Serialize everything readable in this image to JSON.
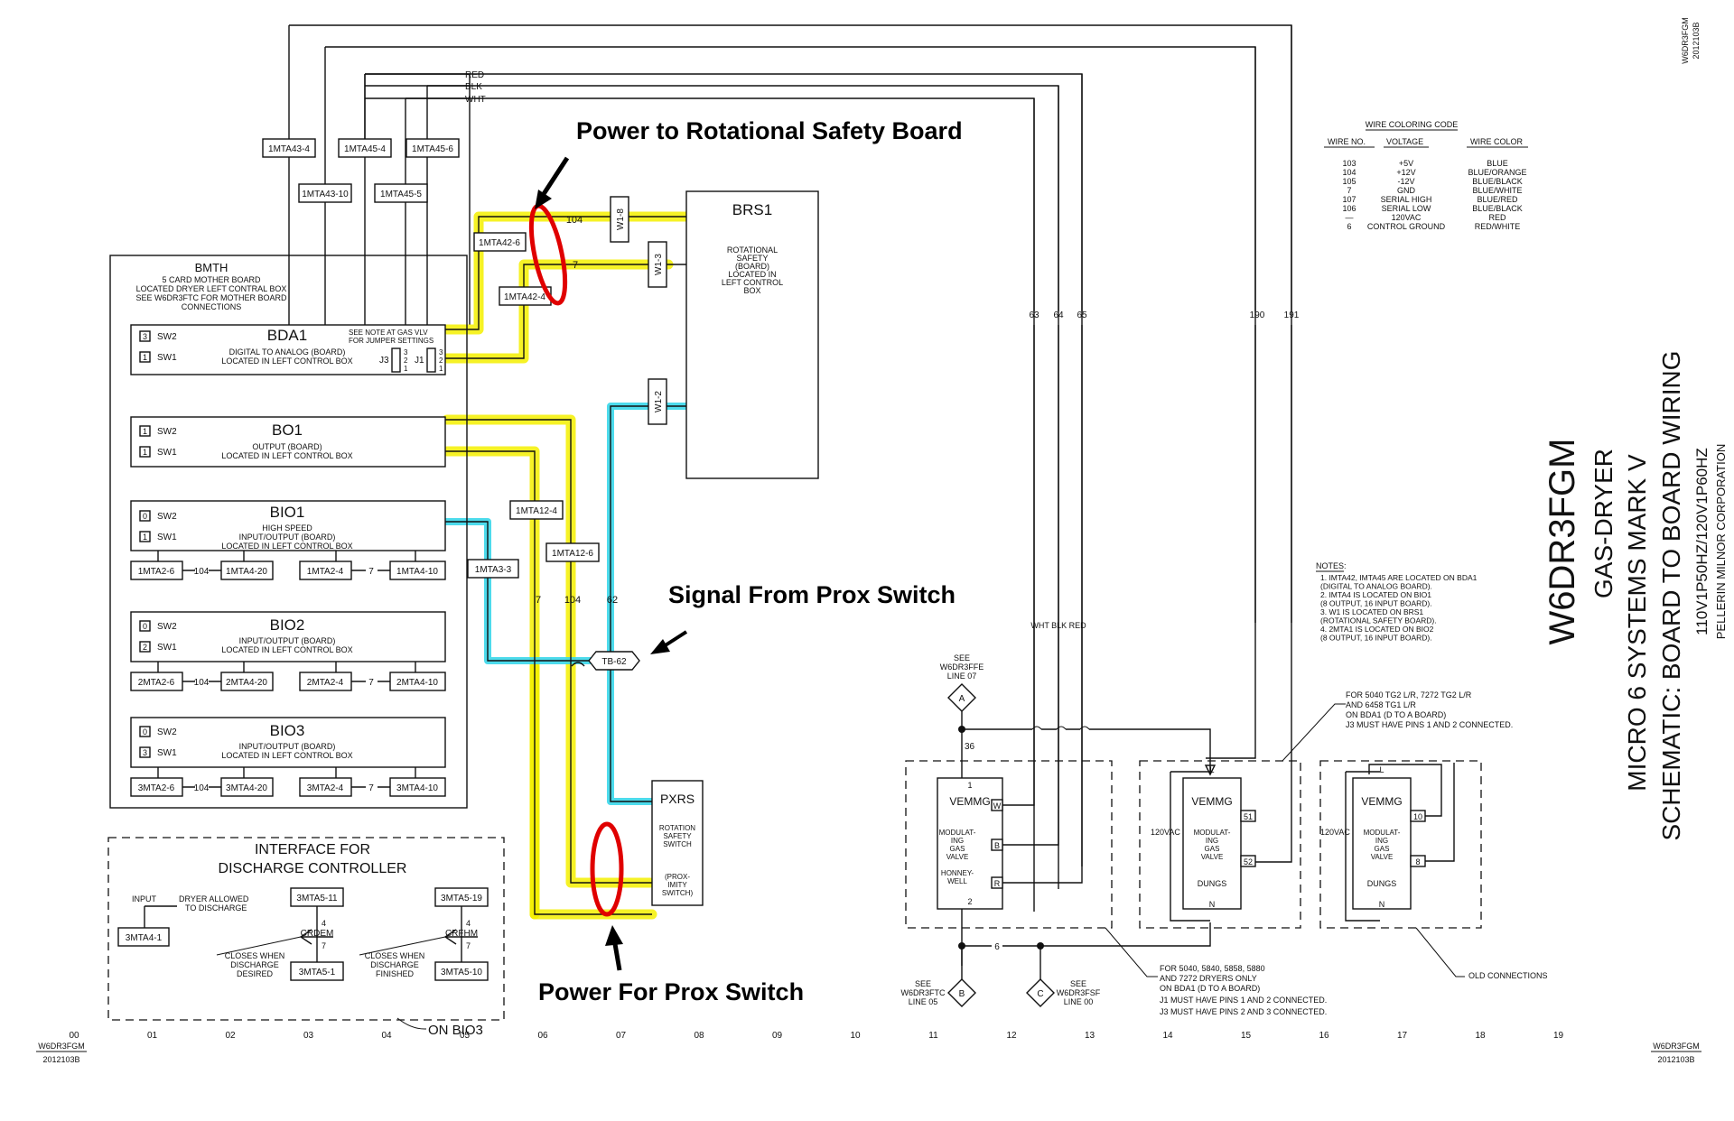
{
  "sheet": {
    "drawing_no": "W6DR3FGM",
    "rev": "2012103B",
    "title_model": "W6DR3FGM",
    "title_line1": "GAS-DRYER",
    "title_line2": "MICRO 6 SYSTEMS MARK V",
    "title_line3": "SCHEMATIC: BOARD TO BOARD WIRING",
    "title_line4": "110V1P50HZ/120V1P60HZ",
    "title_line5": "PELLERIN MILNOR CORPORATION",
    "columns": [
      "00",
      "01",
      "02",
      "03",
      "04",
      "05",
      "06",
      "07",
      "08",
      "09",
      "10",
      "11",
      "12",
      "13",
      "14",
      "15",
      "16",
      "17",
      "18",
      "19"
    ]
  },
  "annotations": {
    "power_rsb": "Power to Rotational Safety Board",
    "signal_prox": "Signal From Prox Switch",
    "power_prox": "Power For Prox Switch"
  },
  "wires": {
    "red": "RED",
    "blk": "BLK",
    "wht": "WHT",
    "w104": "104",
    "w7": "7",
    "w62": "62",
    "w63": "63",
    "w64": "64",
    "w65": "65",
    "w190": "190",
    "w191": "191",
    "w6": "6",
    "w36": "36",
    "wht_blk_red": "WHT BLK RED"
  },
  "connectors": {
    "c1mta43_4": "1MTA43-4",
    "c1mta43_10": "1MTA43-10",
    "c1mta45_4": "1MTA45-4",
    "c1mta45_5": "1MTA45-5",
    "c1mta45_6": "1MTA45-6",
    "c1mta42_6": "1MTA42-6",
    "c1mta42_4": "1MTA42-4",
    "c1mta12_4": "1MTA12-4",
    "c1mta12_6": "1MTA12-6",
    "c1mta3_3": "1MTA3-3",
    "tb62": "TB-62",
    "w1_8": "W1-8",
    "w1_3": "W1-3",
    "w1_2": "W1-2"
  },
  "bmth": {
    "title": "BMTH",
    "desc1": "5 CARD MOTHER BOARD",
    "desc2": "LOCATED DRYER LEFT CONTRAL BOX",
    "desc3": "SEE W6DR3FTC FOR MOTHER BOARD",
    "desc4": "CONNECTIONS"
  },
  "bda1": {
    "sw2": "SW2",
    "sw1": "SW1",
    "sw2v": "3",
    "sw1v": "1",
    "title": "BDA1",
    "desc1": "DIGITAL TO ANALOG (BOARD)",
    "desc2": "LOCATED IN LEFT CONTROL BOX",
    "note1": "SEE NOTE AT GAS VLV",
    "note2": "FOR JUMPER SETTINGS",
    "j3": "J3",
    "j1": "J1",
    "pins": [
      "3",
      "2",
      "1"
    ]
  },
  "bo1": {
    "sw2": "SW2",
    "sw1": "SW1",
    "sw2v": "1",
    "sw1v": "1",
    "title": "BO1",
    "desc1": "OUTPUT (BOARD)",
    "desc2": "LOCATED IN LEFT CONTROL BOX"
  },
  "bio1": {
    "sw2": "SW2",
    "sw1": "SW1",
    "sw2v": "0",
    "sw1v": "1",
    "title": "BIO1",
    "desc0": "HIGH SPEED",
    "desc1": "INPUT/OUTPUT (BOARD)",
    "desc2": "LOCATED IN LEFT CONTROL BOX",
    "row": [
      "1MTA2-6",
      "104",
      "1MTA4-20",
      "1MTA2-4",
      "7",
      "1MTA4-10"
    ]
  },
  "bio2": {
    "sw2": "SW2",
    "sw1": "SW1",
    "sw2v": "0",
    "sw1v": "2",
    "title": "BIO2",
    "desc1": "INPUT/OUTPUT (BOARD)",
    "desc2": "LOCATED IN LEFT CONTROL BOX",
    "row": [
      "2MTA2-6",
      "104",
      "2MTA4-20",
      "2MTA2-4",
      "7",
      "2MTA4-10"
    ]
  },
  "bio3": {
    "sw2": "SW2",
    "sw1": "SW1",
    "sw2v": "0",
    "sw1v": "3",
    "title": "BIO3",
    "desc1": "INPUT/OUTPUT (BOARD)",
    "desc2": "LOCATED IN LEFT CONTROL BOX",
    "row": [
      "3MTA2-6",
      "104",
      "3MTA4-20",
      "3MTA2-4",
      "7",
      "3MTA4-10"
    ]
  },
  "brs1": {
    "title": "BRS1",
    "desc": [
      "ROTATIONAL",
      "SAFETY",
      "(BOARD)",
      "LOCATED IN",
      "LEFT CONTROL",
      "BOX"
    ]
  },
  "pxrs": {
    "title": "PXRS",
    "desc1": [
      "ROTATION",
      "SAFETY",
      "SWITCH"
    ],
    "desc2": [
      "(PROX-",
      "IMITY",
      "SWITCH)"
    ]
  },
  "interface": {
    "title1": "INTERFACE FOR",
    "title2": "DISCHARGE CONTROLLER",
    "input": "INPUT",
    "allowed1": "DRYER ALLOWED",
    "allowed2": "TO DISCHARGE",
    "c3mta4_1": "3MTA4-1",
    "c3mta5_11": "3MTA5-11",
    "c3mta5_19": "3MTA5-19",
    "n4a": "4",
    "n4b": "4",
    "n7a": "7",
    "n7b": "7",
    "crdem": "CRDEM",
    "crfhm": "CRFHM",
    "closes_a": [
      "CLOSES WHEN",
      "DISCHARGE",
      "DESIRED"
    ],
    "closes_b": [
      "CLOSES WHEN",
      "DISCHARGE",
      "FINISHED"
    ],
    "c3mta5_1": "3MTA5-1",
    "c3mta5_10": "3MTA5-10",
    "on_bio3": "ON BIO3"
  },
  "wire_code": {
    "title": "WIRE COLORING CODE",
    "headers": [
      "WIRE NO.",
      "VOLTAGE",
      "WIRE COLOR"
    ],
    "rows": [
      [
        "103",
        "+5V",
        "BLUE"
      ],
      [
        "104",
        "+12V",
        "BLUE/ORANGE"
      ],
      [
        "105",
        "-12V",
        "BLUE/BLACK"
      ],
      [
        "7",
        "GND",
        "BLUE/WHITE"
      ],
      [
        "107",
        "SERIAL HIGH",
        "BLUE/RED"
      ],
      [
        "106",
        "SERIAL LOW",
        "BLUE/BLACK"
      ],
      [
        "—",
        "120VAC",
        "RED"
      ],
      [
        "6",
        "CONTROL GROUND",
        "RED/WHITE"
      ]
    ]
  },
  "notes": {
    "title": "NOTES:",
    "lines": [
      "1.  IMTA42, IMTA45 ARE LOCATED ON BDA1",
      "     (DIGITAL TO ANALOG BOARD).",
      "2.  IMTA4 IS LOCATED ON BIO1",
      "     (8 OUTPUT, 16 INPUT BOARD).",
      "3.  W1 IS LOCATED ON BRS1",
      "     (ROTATIONAL SAFETY BOARD).",
      "4.  2MTA1 IS LOCATED ON BIO2",
      "     (8 OUTPUT, 16 INPUT BOARD)."
    ]
  },
  "gas": {
    "see_a": [
      "SEE",
      "W6DR3FFE",
      "LINE 07"
    ],
    "a": "A",
    "see_b": [
      "SEE",
      "W6DR3FTC",
      "LINE 05"
    ],
    "b": "B",
    "see_c": [
      "SEE",
      "W6DR3FSF",
      "LINE 00"
    ],
    "c": "C",
    "v1_title": "VEMMG",
    "v1_desc": [
      "MODULAT-",
      "ING",
      "GAS",
      "VALVE"
    ],
    "v1_mfr": [
      "HONNEY-",
      "WELL"
    ],
    "v1_pin1": "1",
    "v1_pin2": "2",
    "v1_w": "W",
    "v1_b": "B",
    "v1_r": "R",
    "v2_title": "VEMMG",
    "v2_desc": [
      "MODULAT-",
      "ING",
      "GAS",
      "VALVE"
    ],
    "v2_mfr": "DUNGS",
    "v2_l": "L",
    "v2_n": "N",
    "v2_51": "51",
    "v2_52": "52",
    "v2_vac": "120VAC",
    "v3_title": "VEMMG",
    "v3_desc": [
      "MODULAT-",
      "ING",
      "GAS",
      "VALVE"
    ],
    "v3_mfr": "DUNGS",
    "v3_l": "L",
    "v3_n": "N",
    "v3_10": "10",
    "v3_8": "8",
    "v3_vac": "120VAC",
    "note_top": [
      "FOR 5040 TG2 L/R, 7272 TG2 L/R",
      "AND 6458 TG1 L/R",
      "ON BDA1 (D TO A BOARD)",
      "J3 MUST HAVE PINS 1 AND 2 CONNECTED."
    ],
    "note_bottom": [
      "FOR 5040, 5840, 5858, 5880",
      "AND 7272 DRYERS ONLY",
      "ON BDA1 (D TO A BOARD)",
      "J1 MUST HAVE PINS 1 AND 2 CONNECTED.",
      "J3 MUST HAVE PINS 2 AND 3 CONNECTED."
    ],
    "old": "OLD CONNECTIONS"
  }
}
